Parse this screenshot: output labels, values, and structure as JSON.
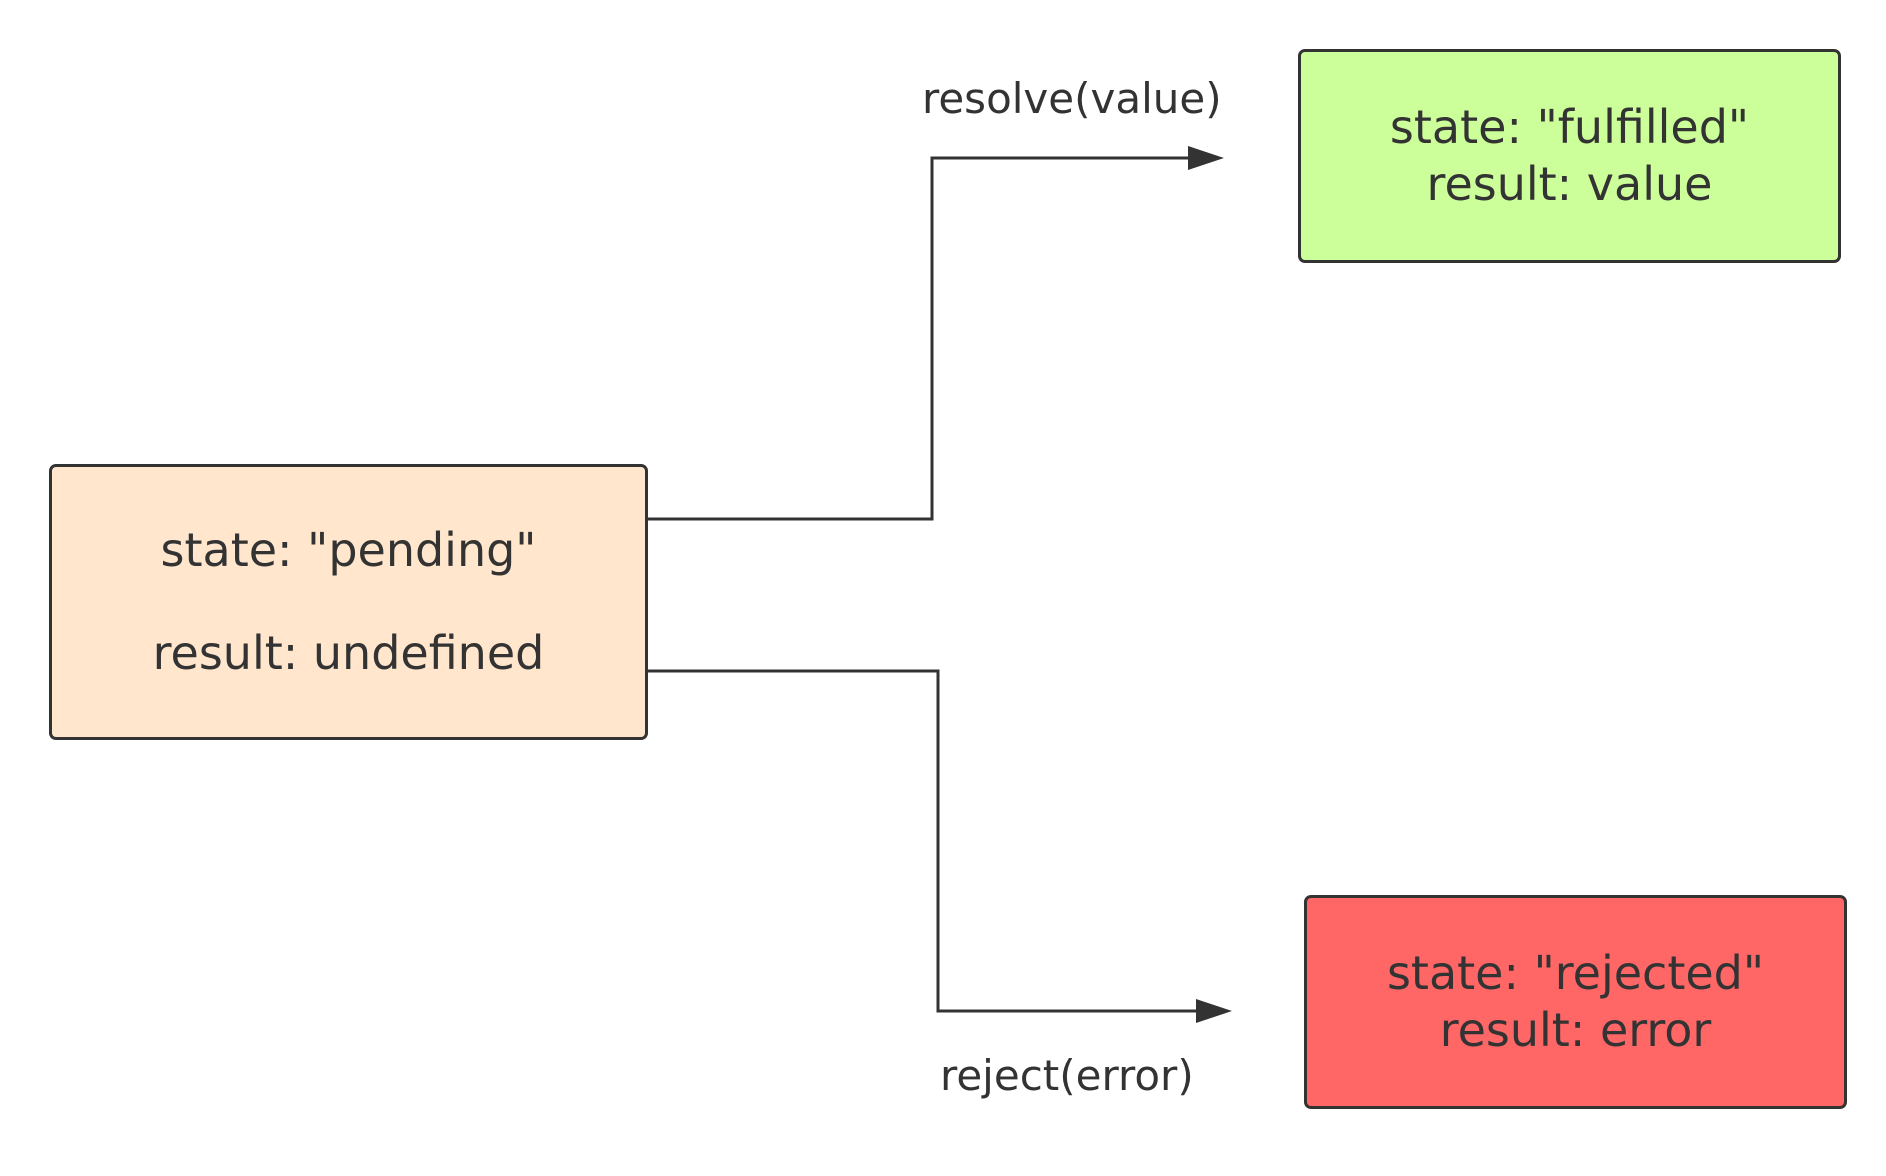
{
  "nodes": {
    "pending": {
      "state_line": "state: \"pending\"",
      "result_line": "result: undefined",
      "fill_color": "#ffe6cc"
    },
    "fulfilled": {
      "state_line": "state: \"fulfilled\"",
      "result_line": "result: value",
      "fill_color": "#ccff99"
    },
    "rejected": {
      "state_line": "state: \"rejected\"",
      "result_line": "result: error",
      "fill_color": "#ff6666"
    }
  },
  "edges": {
    "resolve": {
      "label": "resolve(value)",
      "from": "pending",
      "to": "fulfilled"
    },
    "reject": {
      "label": "reject(error)",
      "from": "pending",
      "to": "rejected"
    }
  },
  "colors": {
    "stroke": "#333333",
    "text": "#333333",
    "background": "#ffffff"
  }
}
